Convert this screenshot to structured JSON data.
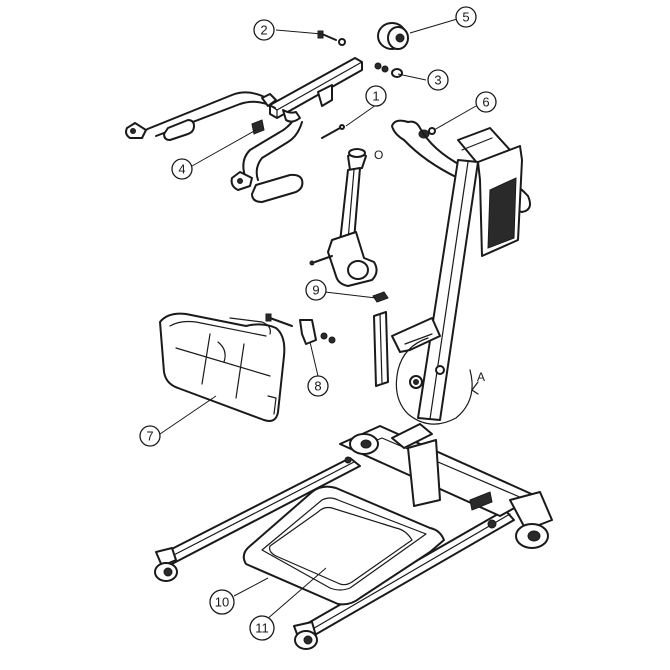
{
  "callouts": [
    {
      "id": "1",
      "label": "1"
    },
    {
      "id": "2",
      "label": "2"
    },
    {
      "id": "3",
      "label": "3"
    },
    {
      "id": "4",
      "label": "4"
    },
    {
      "id": "5",
      "label": "5"
    },
    {
      "id": "6",
      "label": "6"
    },
    {
      "id": "7",
      "label": "7"
    },
    {
      "id": "8",
      "label": "8"
    },
    {
      "id": "9",
      "label": "9"
    },
    {
      "id": "10",
      "label": "10"
    },
    {
      "id": "11",
      "label": "11"
    }
  ],
  "detail_label": "A",
  "small_label": "O"
}
